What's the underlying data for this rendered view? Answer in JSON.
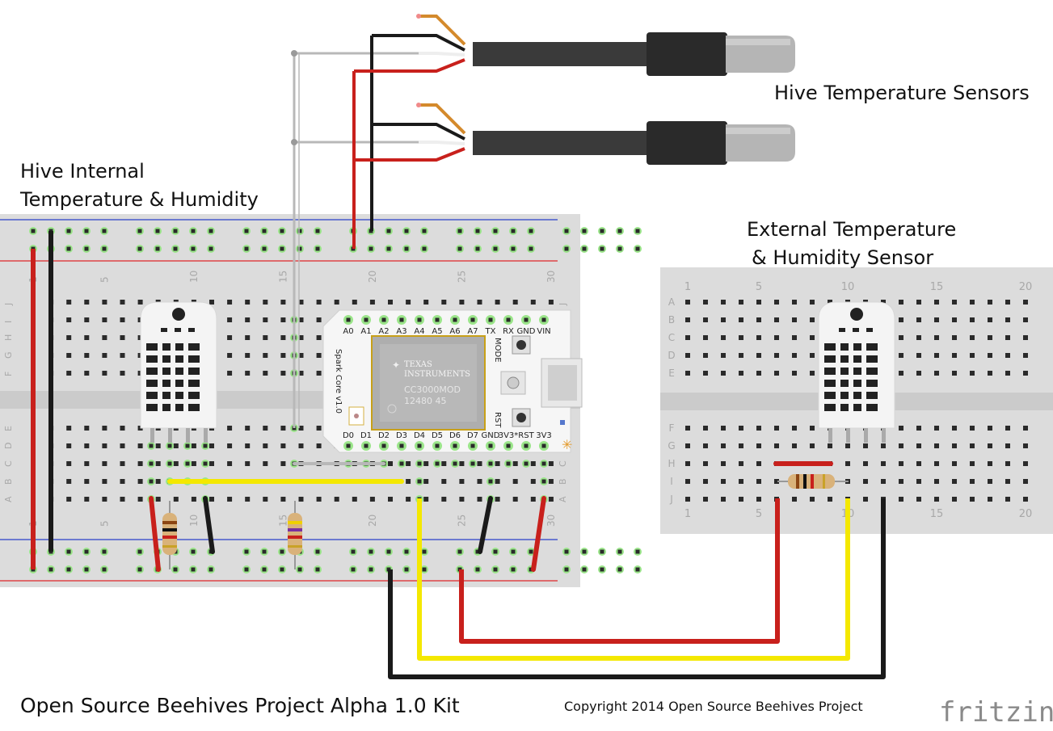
{
  "labels": {
    "hive_temp_sensors": "Hive Temperature Sensors",
    "hive_internal_line1": "Hive Internal",
    "hive_internal_line2": "Temperature & Humidity",
    "external_line1": "External Temperature",
    "external_line2": "& Humidity Sensor",
    "project_title": "Open Source Beehives Project Alpha 1.0 Kit",
    "copyright": "Copyright 2014 Open Source Beehives Project",
    "logo": "fritzing"
  },
  "main_breadboard": {
    "column_numbers": [
      "1",
      "5",
      "10",
      "15",
      "20",
      "25",
      "30"
    ],
    "row_letters": [
      "J",
      "I",
      "H",
      "G",
      "F",
      "E",
      "D",
      "C",
      "B",
      "A"
    ]
  },
  "external_breadboard": {
    "column_numbers": [
      "1",
      "5",
      "10",
      "15",
      "20"
    ],
    "row_letters": [
      "A",
      "B",
      "C",
      "D",
      "E",
      "F",
      "G",
      "H",
      "I",
      "J"
    ]
  },
  "spark_core": {
    "name": "Spark Core v1.0",
    "module_brand_line1": "TEXAS",
    "module_brand_line2": "INSTRUMENTS",
    "module_model": "CC3000MOD",
    "module_code": "12480 45",
    "top_pins": [
      "A0",
      "A1",
      "A2",
      "A3",
      "A4",
      "A5",
      "A6",
      "A7",
      "TX",
      "RX",
      "GND",
      "VIN"
    ],
    "bottom_pins": [
      "D0",
      "D1",
      "D2",
      "D3",
      "D4",
      "D5",
      "D6",
      "D7",
      "GND",
      "3V3*",
      "RST",
      "3V3"
    ],
    "mode_label": "MODE",
    "rst_label": "RST"
  },
  "colors": {
    "wire_red": "#c8201c",
    "wire_black": "#1a1a1a",
    "wire_yellow": "#f4e800",
    "wire_grey": "#b8b8b8",
    "wire_orange": "#d48a2c",
    "breadboard": "#dcdcdc",
    "rail_red": "#e0262a",
    "rail_blue": "#2a3fc8",
    "pin_green": "#7dd36a"
  }
}
